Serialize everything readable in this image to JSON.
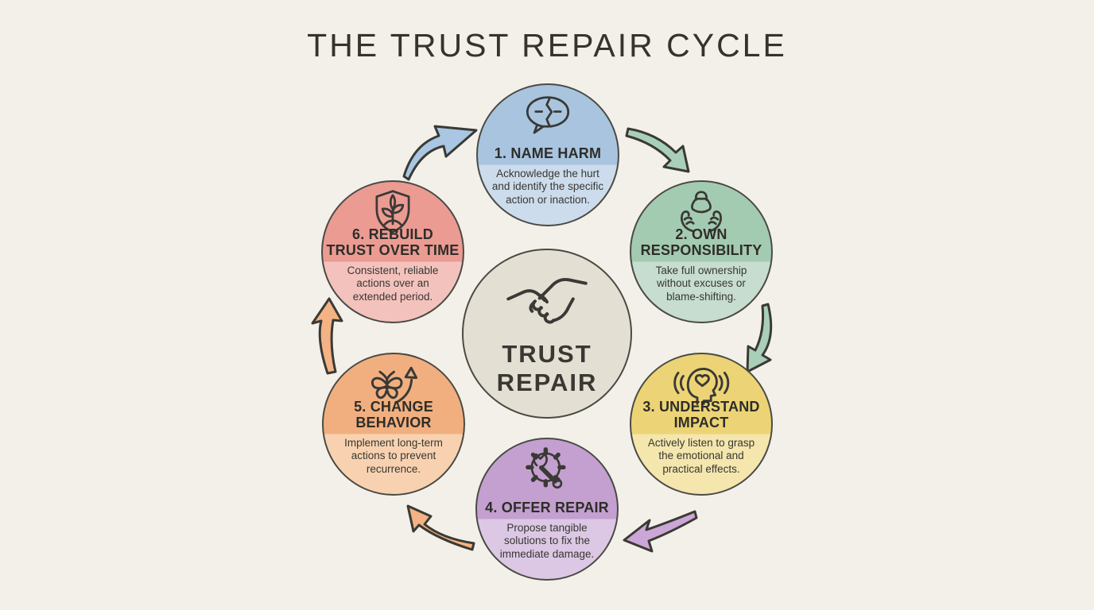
{
  "title": "THE TRUST REPAIR CYCLE",
  "center": {
    "icon": "handshake-icon",
    "line1": "TRUST",
    "line2": "REPAIR"
  },
  "steps": [
    {
      "title": "1. NAME HARM",
      "description": "Acknowledge the hurt and identify the specific action or inaction.",
      "icon": "broken-speech-bubble-icon",
      "color_top": "#a9c4df",
      "color_bottom": "#ccdcec"
    },
    {
      "title": "2. OWN RESPONSIBILITY",
      "description": "Take full ownership without excuses or blame-shifting.",
      "icon": "hands-holding-weight-icon",
      "color_top": "#a3cbb1",
      "color_bottom": "#c6ddcf"
    },
    {
      "title": "3. UNDERSTAND IMPACT",
      "description": "Actively listen to grasp the emotional and practical effects.",
      "icon": "listening-head-heart-icon",
      "color_top": "#ecd476",
      "color_bottom": "#f4e6ad"
    },
    {
      "title": "4. OFFER REPAIR",
      "description": "Propose tangible solutions to fix the immediate damage.",
      "icon": "gear-wrench-icon",
      "color_top": "#c3a0cf",
      "color_bottom": "#dcc8e4"
    },
    {
      "title": "5. CHANGE BEHAVIOR",
      "description": "Implement long-term actions to prevent recurrence.",
      "icon": "butterfly-arrow-icon",
      "color_top": "#f1af7f",
      "color_bottom": "#f8d2b0"
    },
    {
      "title": "6. REBUILD TRUST OVER TIME",
      "description": "Consistent, reliable actions over an extended period.",
      "icon": "shield-sprout-icon",
      "color_top": "#eb9b92",
      "color_bottom": "#f4c2bd"
    }
  ],
  "arrows": [
    {
      "from": "6",
      "to": "1",
      "color": "#a9c6e2"
    },
    {
      "from": "1",
      "to": "2",
      "color": "#a9cfb8"
    },
    {
      "from": "2",
      "to": "3",
      "color": "#a9cfb8"
    },
    {
      "from": "3",
      "to": "4",
      "color": "#cba6d6"
    },
    {
      "from": "4",
      "to": "5",
      "color": "#f3b384"
    },
    {
      "from": "5",
      "to": "6",
      "color": "#f3b384"
    }
  ],
  "colors": {
    "background": "#f3f0e9",
    "circle_border": "#4a4a45",
    "heading_text": "#35332e",
    "body_text": "#383733",
    "center_fill": "#e4dfd3",
    "icon_stroke": "#3a3936"
  }
}
